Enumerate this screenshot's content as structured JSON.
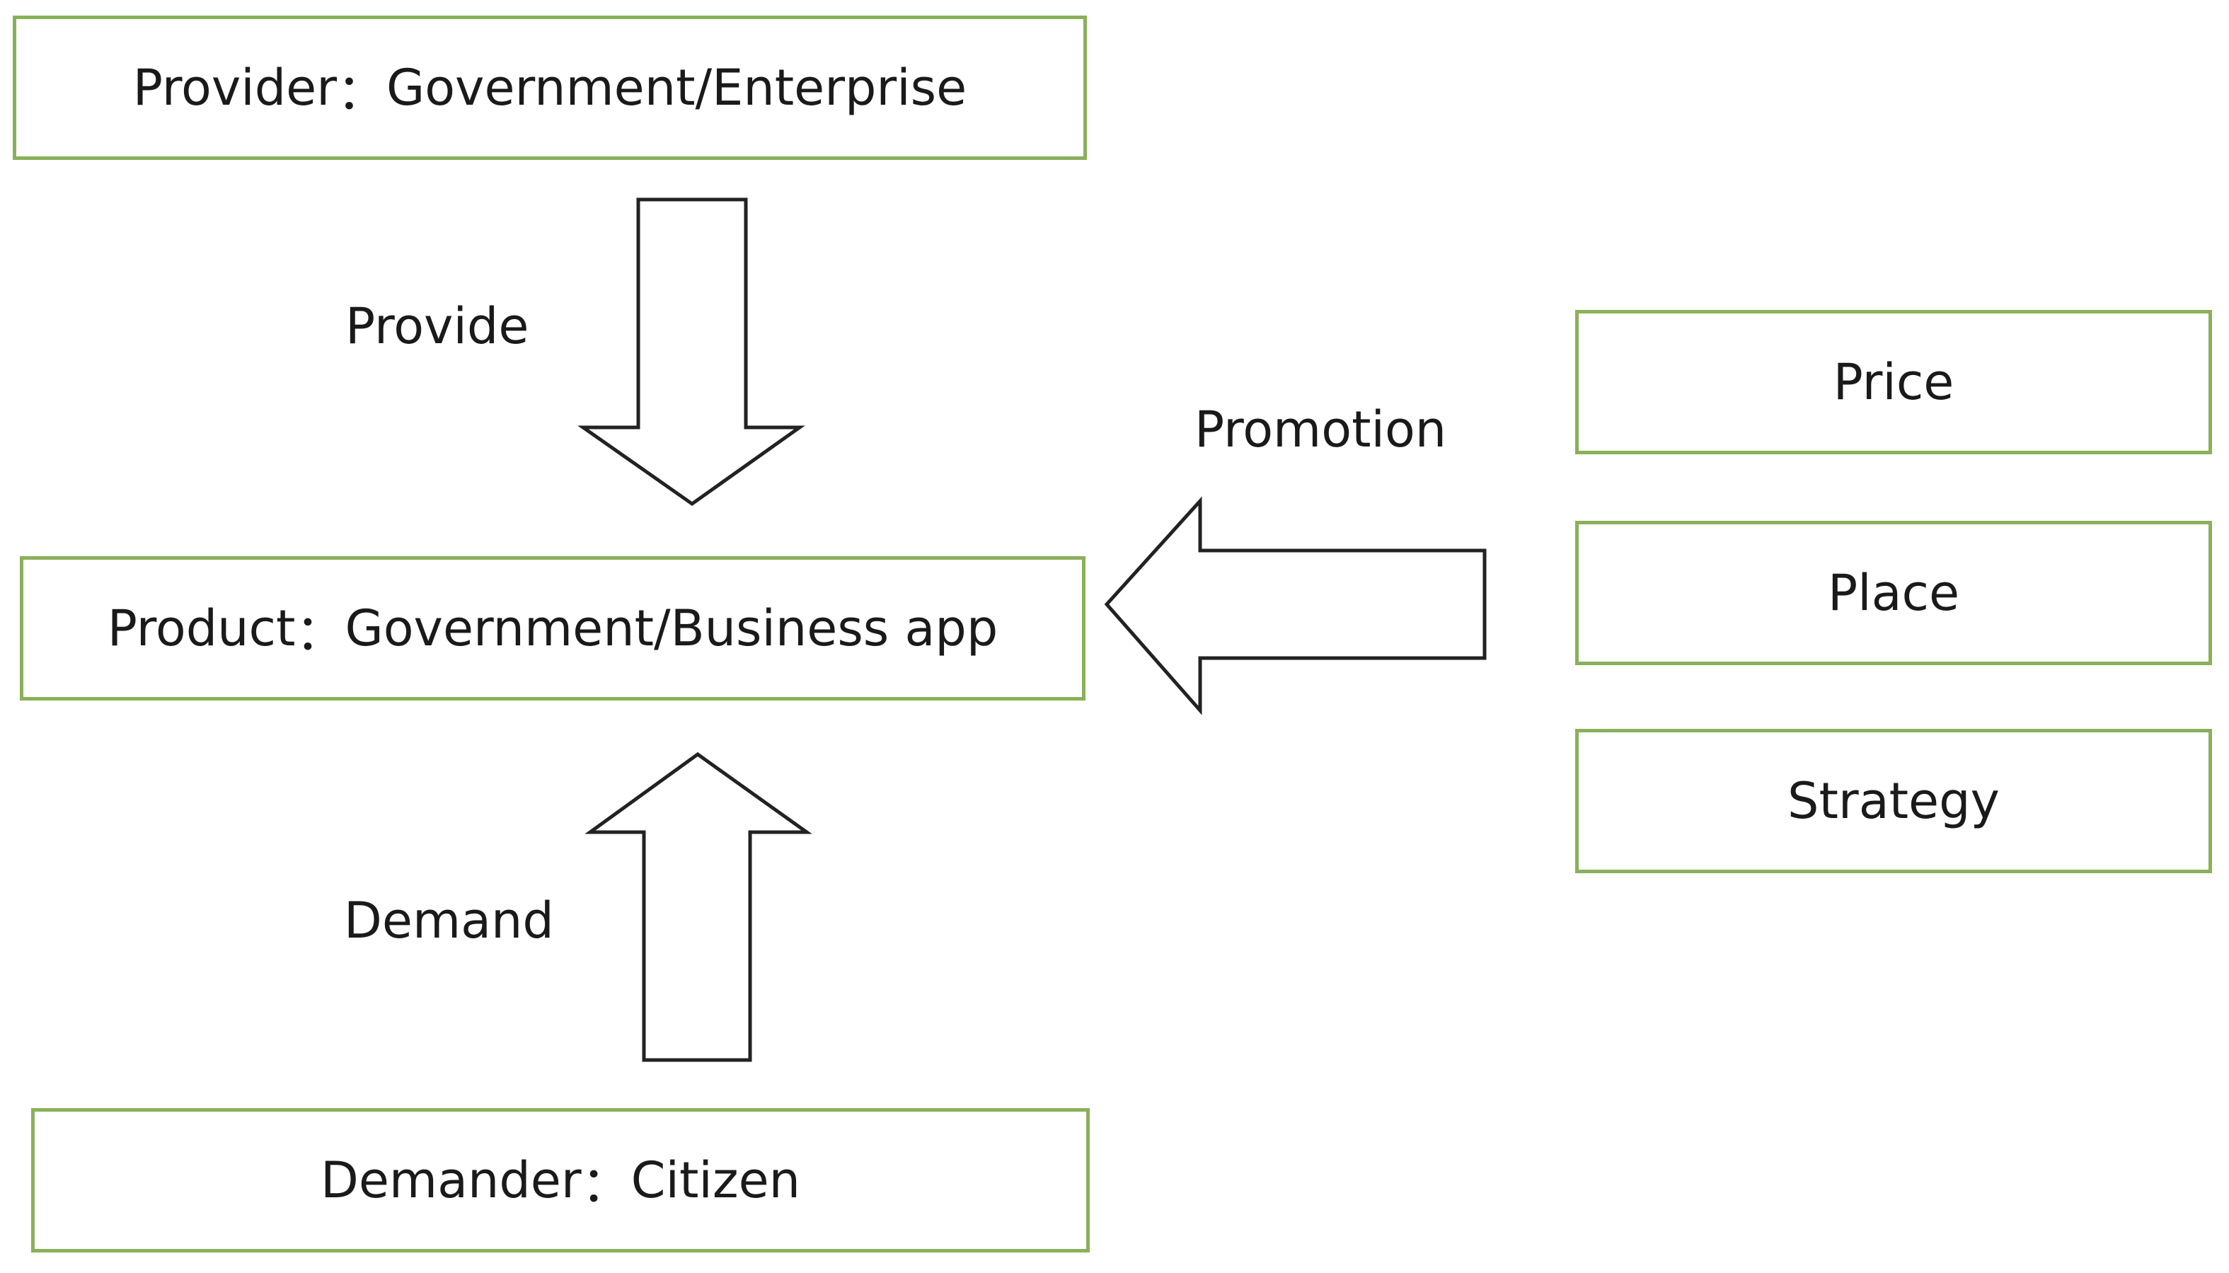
{
  "boxes": {
    "provider": {
      "prefix": "Provider",
      "value": "Government/Enterprise"
    },
    "product": {
      "prefix": "Product",
      "value": "Government/Business app"
    },
    "demander": {
      "prefix": "Demander",
      "value": "Citizen"
    },
    "price": "Price",
    "place": "Place",
    "strategy": "Strategy"
  },
  "separator": "：",
  "arrows": {
    "provide": "Provide",
    "demand": "Demand",
    "promotion": "Promotion"
  },
  "colors": {
    "box_border": "#8ab05a",
    "arrow_stroke": "#222222",
    "text": "#1a1a1a"
  }
}
